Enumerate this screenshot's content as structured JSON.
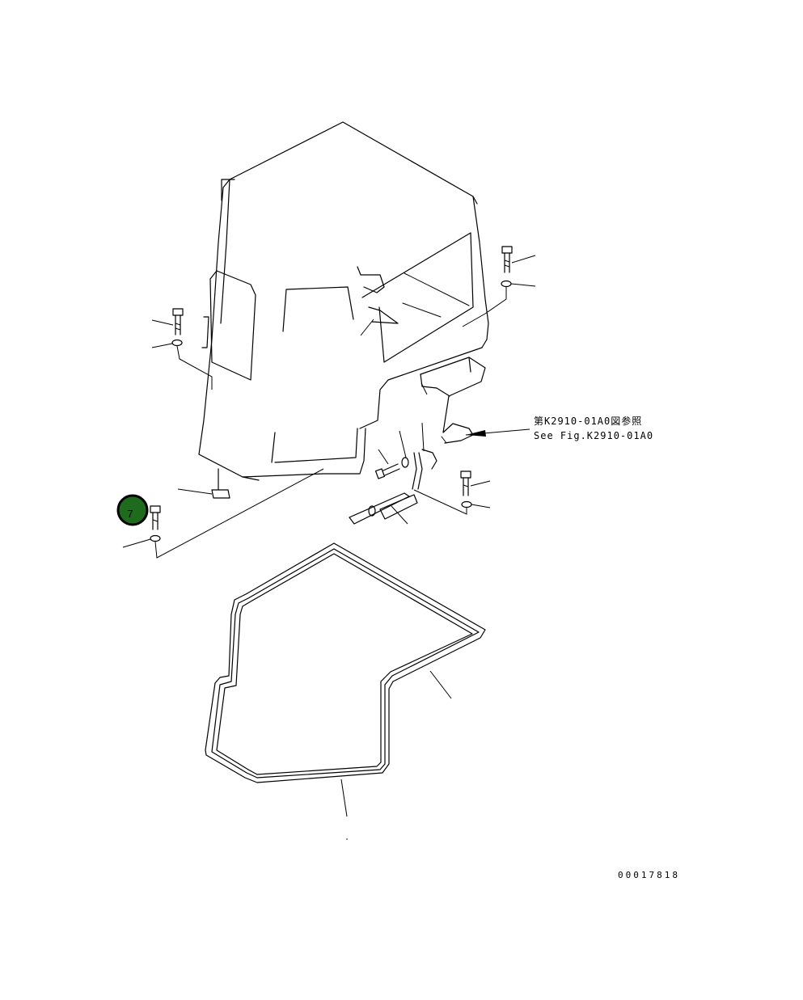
{
  "diagram": {
    "reference_jp": "第K2910-01A0図参照",
    "reference_en": "See Fig.K2910-01A0",
    "drawing_number": "00017818",
    "callout": {
      "number": "7",
      "color": "#1e6b1e"
    }
  }
}
